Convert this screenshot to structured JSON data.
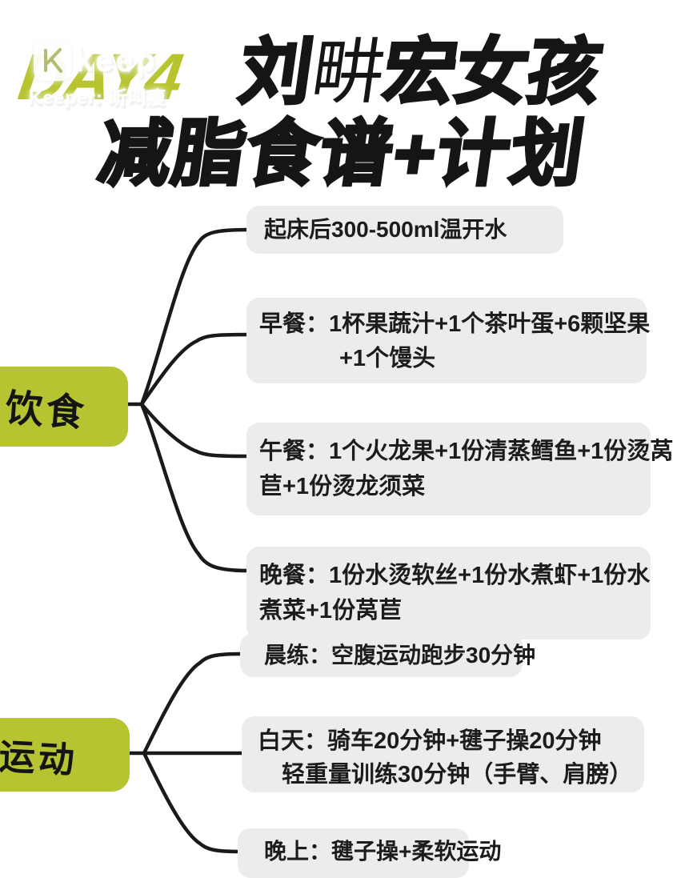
{
  "brand": {
    "day_label": "DAY4",
    "logo_text": "keep",
    "subtitle": "Keeper: 昕叫瘦"
  },
  "title": {
    "line1_heavy_a": "刘",
    "line1_thin": "畊",
    "line1_heavy_b": "宏女孩",
    "line2": "减脂食谱+计划"
  },
  "colors": {
    "accent_green": "#b6c431",
    "box_gray": "#ececec",
    "ink": "#1c1c1c"
  },
  "branches": [
    {
      "label": "饮食",
      "items": [
        {
          "lines": [
            "起床后300-500ml温开水"
          ]
        },
        {
          "lines": [
            "早餐：1杯果蔬汁+1个茶叶蛋+6颗坚果",
            "+1个馒头"
          ]
        },
        {
          "lines": [
            "午餐：1个火龙果+1份清蒸鳕鱼+1份烫莴",
            "苣+1份烫龙须菜"
          ]
        },
        {
          "lines": [
            "晚餐：1份水烫软丝+1份水煮虾+1份水",
            "煮菜+1份莴苣"
          ]
        }
      ]
    },
    {
      "label": "运动",
      "items": [
        {
          "lines": [
            "晨练：空腹运动跑步30分钟"
          ]
        },
        {
          "lines": [
            "白天：骑车20分钟+毽子操20分钟",
            "轻重量训练30分钟（手臂、肩膀）"
          ]
        },
        {
          "lines": [
            "晚上：毽子操+柔软运动"
          ]
        }
      ]
    }
  ]
}
